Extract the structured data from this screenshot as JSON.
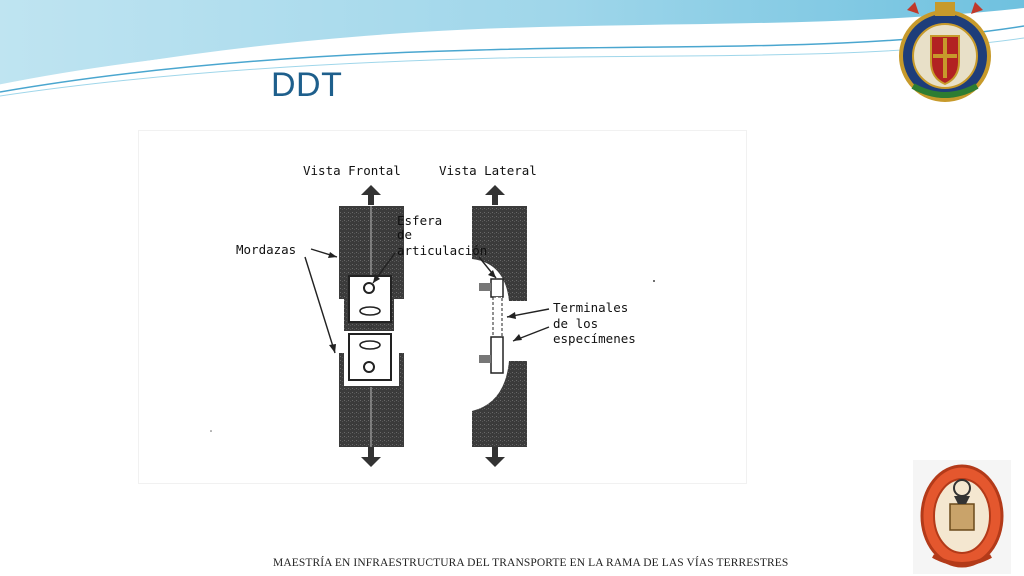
{
  "slide": {
    "title": "DDT",
    "footer": "MAESTRÍA EN INFRAESTRUCTURA DEL TRANSPORTE EN LA RAMA DE LAS VÍAS TERRESTRES"
  },
  "figure": {
    "heading_front": "Vista Frontal",
    "heading_side": "Vista Lateral",
    "label_mordazas": "Mordazas",
    "label_esfera_line1": "Esfera",
    "label_esfera_line2": "de",
    "label_esfera_line3": "articulación",
    "label_terminales_line1": "Terminales",
    "label_terminales_line2": "de los",
    "label_terminales_line3": "especímenes"
  },
  "crests": {
    "top": "university-crest-icon",
    "bottom": "faculty-crest-icon"
  },
  "colors": {
    "title": "#1e5f8c",
    "banner_light": "#bfe4f1",
    "banner_mid": "#6fc1df",
    "jaw_fill": "#3b3b3b"
  }
}
